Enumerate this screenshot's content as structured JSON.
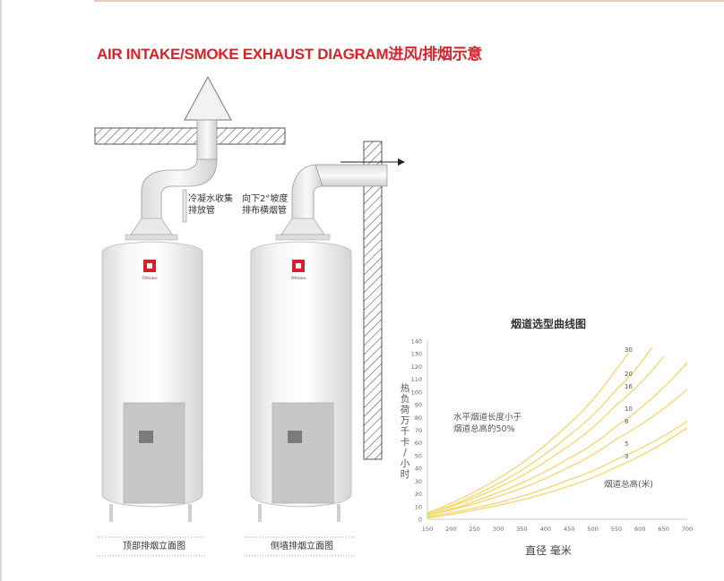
{
  "title": "AIR INTAKE/SMOKE EXHAUST DIAGRAM进风/排烟示意",
  "labels": {
    "condensate_line1": "冷凝水收集",
    "condensate_line2": "排放管",
    "slope_line1": "向下2°坡度",
    "slope_line2": "排布横烟管",
    "caption_left": "顶部排烟立面图",
    "caption_right": "侧墙排烟立面图",
    "logo_text": "Ottawa"
  },
  "colors": {
    "title": "#d6232b",
    "curve": "#f3d66a",
    "tank": "#f0f0f0",
    "panel": "#c8c8c8"
  },
  "chart_data": {
    "type": "line",
    "title": "烟道选型曲线图",
    "xlabel": "直径 毫米",
    "ylabel": "热负荷 万千卡/小时",
    "xlim": [
      150,
      700
    ],
    "ylim": [
      0,
      140
    ],
    "x_ticks": [
      150,
      200,
      250,
      300,
      350,
      400,
      450,
      500,
      550,
      600,
      650,
      700
    ],
    "y_ticks": [
      0,
      10,
      20,
      30,
      40,
      50,
      60,
      70,
      80,
      90,
      100,
      110,
      120,
      130,
      140
    ],
    "annotation_line1": "水平烟道长度小于",
    "annotation_line2": "烟道总高的50%",
    "curve_label": "烟道总高(米)",
    "grid": false,
    "series": [
      {
        "name": "30",
        "points": [
          [
            150,
            5
          ],
          [
            300,
            32
          ],
          [
            450,
            75
          ],
          [
            550,
            118
          ],
          [
            575,
            131
          ]
        ]
      },
      {
        "name": "20",
        "points": [
          [
            150,
            4
          ],
          [
            300,
            28
          ],
          [
            450,
            66
          ],
          [
            550,
            102
          ],
          [
            625,
            135
          ]
        ]
      },
      {
        "name": "16",
        "points": [
          [
            150,
            4
          ],
          [
            300,
            25
          ],
          [
            450,
            58
          ],
          [
            550,
            90
          ],
          [
            650,
            128
          ]
        ]
      },
      {
        "name": "10",
        "points": [
          [
            150,
            3
          ],
          [
            300,
            21
          ],
          [
            450,
            48
          ],
          [
            550,
            73
          ],
          [
            700,
            123
          ]
        ]
      },
      {
        "name": "8",
        "points": [
          [
            150,
            3
          ],
          [
            300,
            18
          ],
          [
            450,
            41
          ],
          [
            550,
            63
          ],
          [
            700,
            102
          ]
        ]
      },
      {
        "name": "5",
        "points": [
          [
            150,
            2
          ],
          [
            300,
            13
          ],
          [
            450,
            31
          ],
          [
            550,
            47
          ],
          [
            700,
            77
          ]
        ]
      },
      {
        "name": "3",
        "points": [
          [
            150,
            1
          ],
          [
            300,
            11
          ],
          [
            450,
            26
          ],
          [
            550,
            41
          ],
          [
            700,
            72
          ]
        ]
      }
    ]
  }
}
